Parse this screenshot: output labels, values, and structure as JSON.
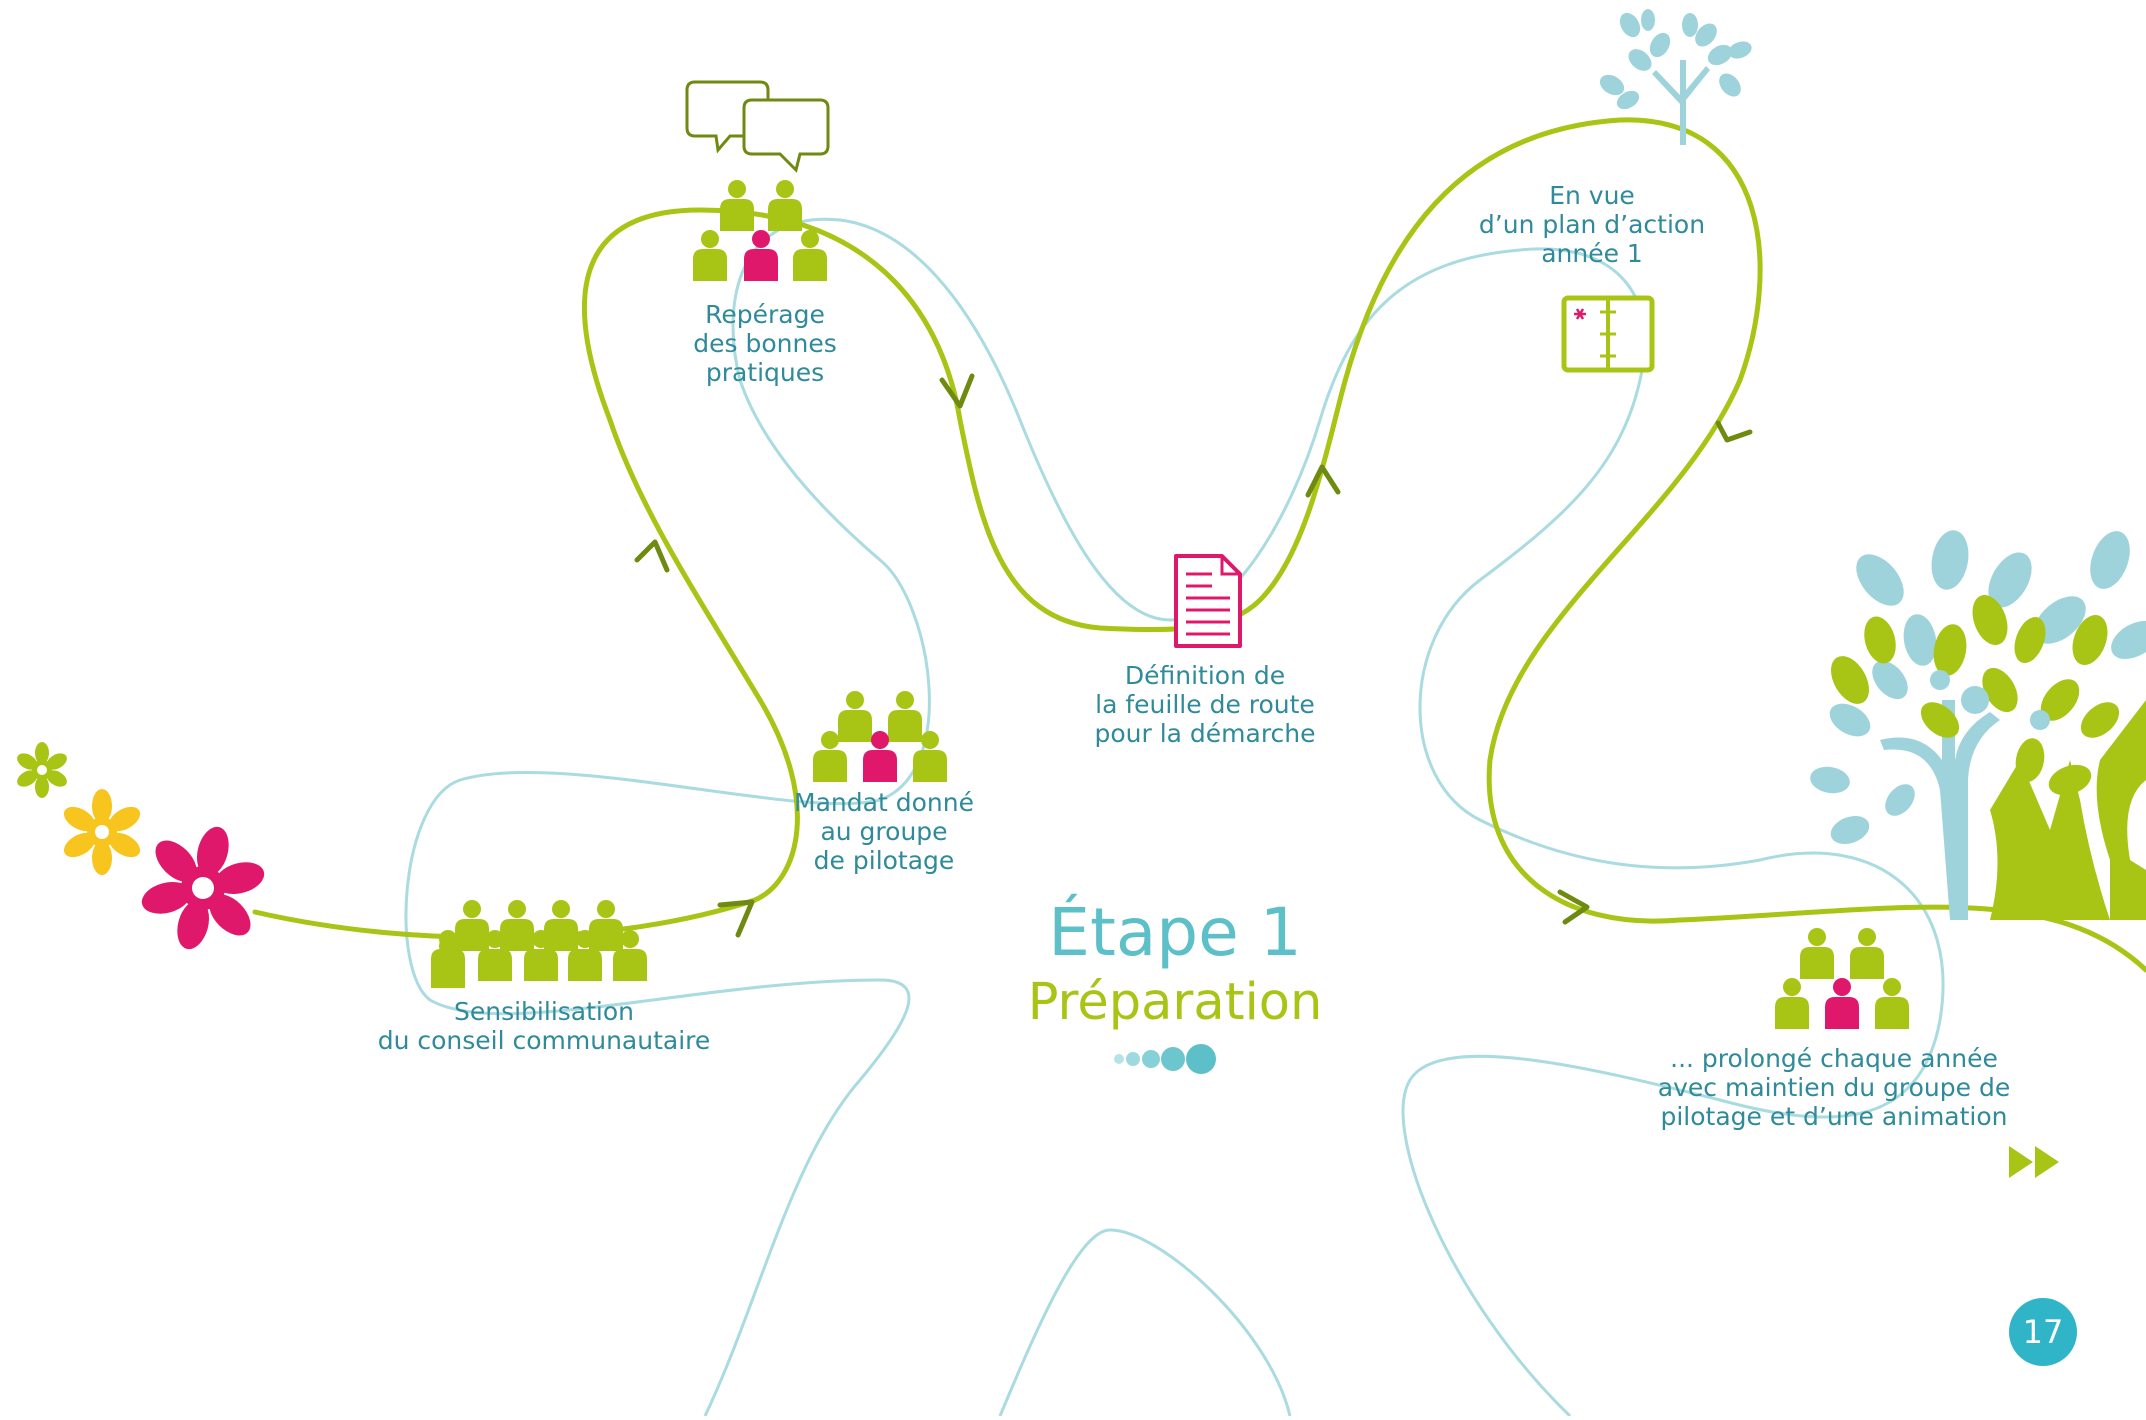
{
  "steps": {
    "sensibilisation": [
      "Sensibilisation",
      "du conseil communautaire"
    ],
    "mandat": [
      "Mandat donné",
      "au groupe",
      "de pilotage"
    ],
    "reperage": [
      "Repérage",
      "des bonnes",
      "pratiques"
    ],
    "definition": [
      "Définition de",
      "la feuille de route",
      "pour la démarche"
    ],
    "plan_action": [
      "En vue",
      "d’un plan d’action",
      "année 1"
    ],
    "prolonge": [
      "... prolongé chaque année",
      "avec maintien du groupe de",
      "pilotage et d’une animation"
    ]
  },
  "stage": {
    "title": "Étape 1",
    "subtitle": "Préparation"
  },
  "page_number": "17",
  "colors": {
    "green": "#a8c415",
    "dark_green": "#6e8a10",
    "light_blue": "#a9dbe0",
    "teal_text": "#2f8a9a",
    "magenta": "#e0186c",
    "yellow": "#f7c51e",
    "tree_blue": "#9fd3dc",
    "page_badge": "#2fb4c8"
  },
  "icons": [
    "flower-icon",
    "people-group-icon",
    "speech-bubbles-icon",
    "document-icon",
    "notebook-icon",
    "tree-icon",
    "fast-forward-icon",
    "progress-dots-icon"
  ]
}
